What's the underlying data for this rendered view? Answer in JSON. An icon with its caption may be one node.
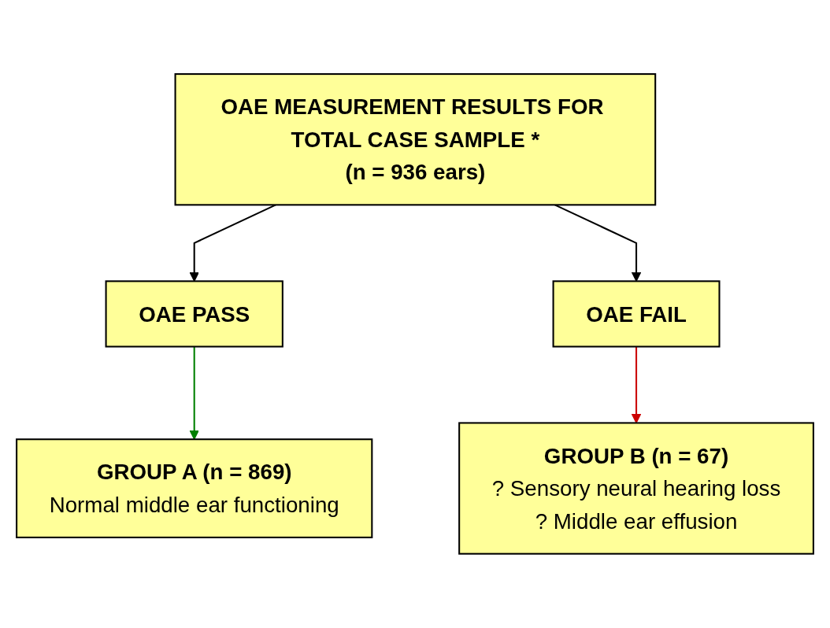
{
  "diagram": {
    "nodes": [
      {
        "text": [
          "OAE MEASUREMENT RESULTS FOR TOTAL CASE SAMPLE *",
          "(n = 936 ears)"
        ]
      },
      {
        "text": [
          "OAE PASS"
        ]
      },
      {
        "text": [
          "OAE FAIL"
        ]
      },
      {
        "text": [
          "GROUP A (n = 869)",
          "Normal middle ear functioning"
        ]
      },
      {
        "text": [
          "GROUP B (n = 67)",
          "? Sensory neural hearing loss",
          "? Middle ear effusion"
        ]
      }
    ],
    "edges": [
      {
        "from": 0,
        "to": 1,
        "arrow": "to"
      },
      {
        "from": 0,
        "to": 2,
        "arrow": "to"
      },
      {
        "from": 1,
        "to": 3,
        "arrow": "to",
        "color": "#008000"
      },
      {
        "from": 2,
        "to": 4,
        "arrow": "to",
        "color": "#cc0000"
      }
    ]
  }
}
